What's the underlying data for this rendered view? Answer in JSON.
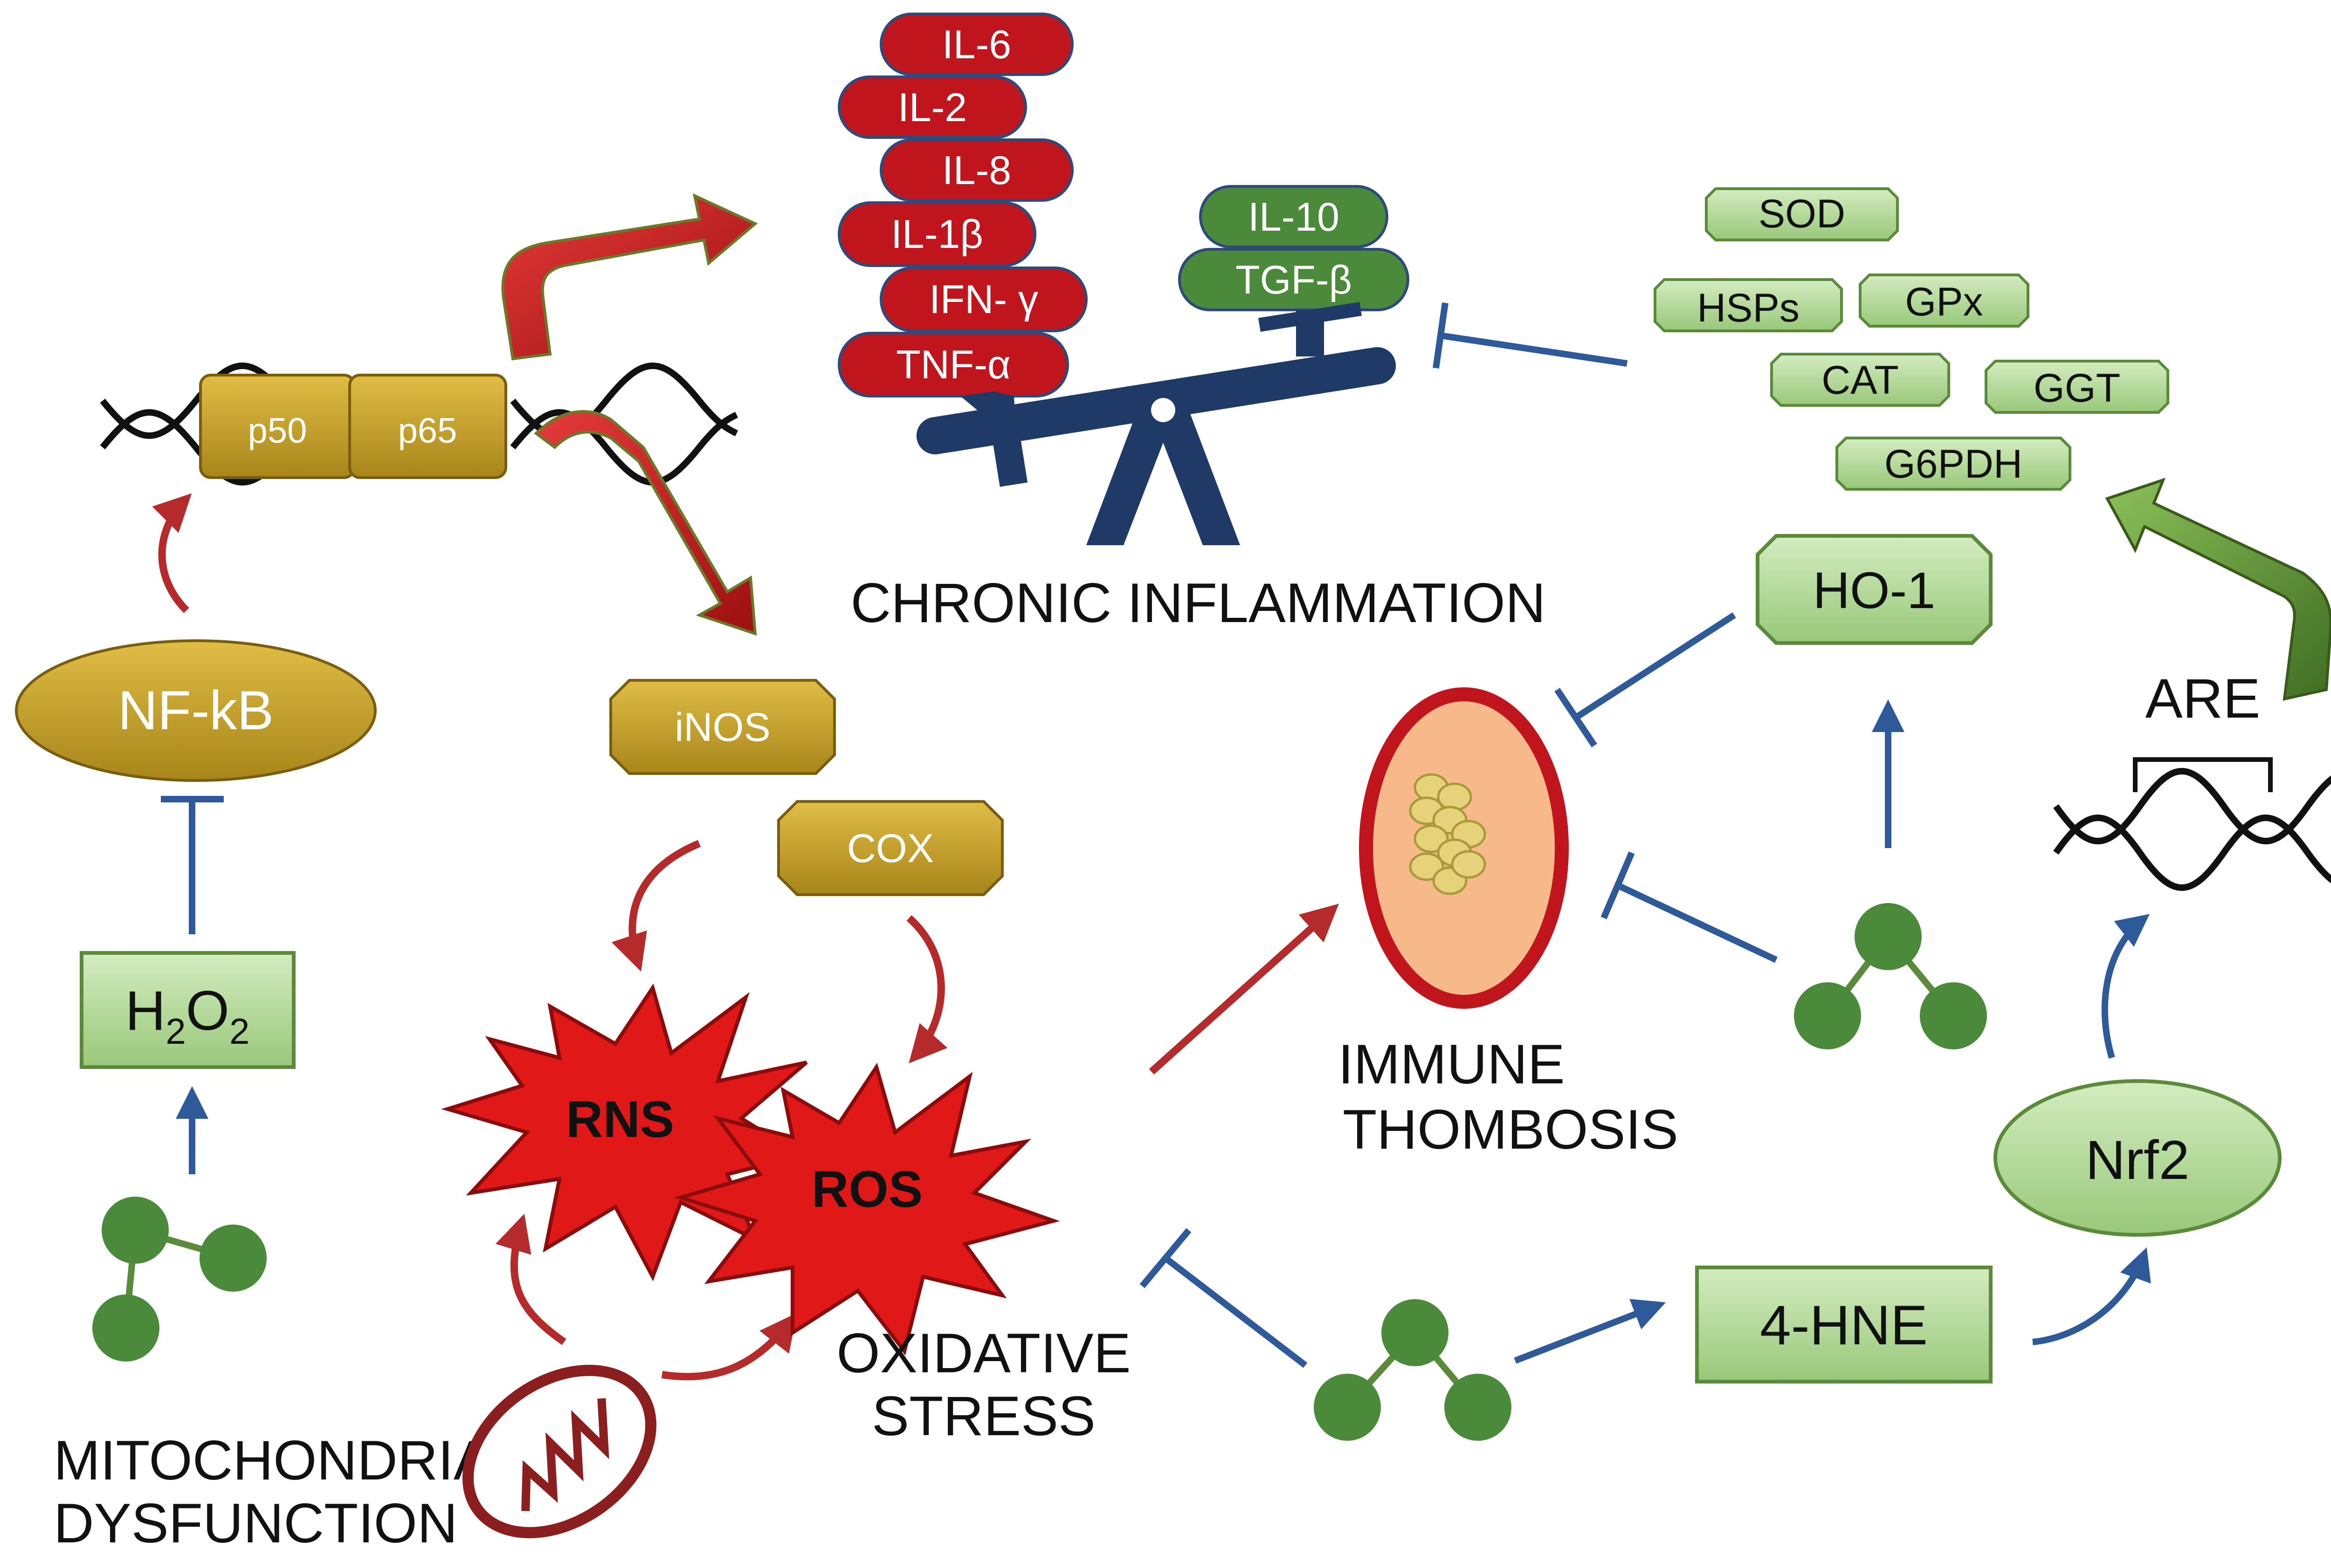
{
  "cytokines_proinflammatory": [
    "IL-6",
    "IL-2",
    "IL-8",
    "IL-1β",
    "IFN- γ",
    "TNF-α"
  ],
  "cytokines_antiinflammatory": [
    "IL-10",
    "TGF-β"
  ],
  "enzymes": [
    "SOD",
    "HSPs",
    "GPx",
    "CAT",
    "GGT",
    "G6PDH"
  ],
  "nfkb": {
    "label": "NF-kB",
    "subunits": [
      "p50",
      "p65"
    ]
  },
  "h2o2": {
    "label": "H",
    "sub1": "2",
    "mid": "O",
    "sub2": "2"
  },
  "inos": "iNOS",
  "cox": "COX",
  "rns": "RNS",
  "ros": "ROS",
  "ho1": "HO-1",
  "are": "ARE",
  "nrf2": "Nrf2",
  "hne": "4-HNE",
  "labels": {
    "chronic_inflammation": "CHRONIC INFLAMMATION",
    "immune_line1": "IMMUNE",
    "immune_line2": "THOMBOSIS",
    "oxidative_line1": "OXIDATIVE",
    "oxidative_line2": "STRESS",
    "mito_line1": "MITOCHONDRIA",
    "mito_line2": "DYSFUNCTION"
  },
  "colors": {
    "pro_inflammatory_red": "#c0151c",
    "anti_inflammatory_green": "#4a8a3a",
    "gold_box": "#c9a227",
    "light_green_box": "#b8dca0",
    "inhibition_blue": "#2e5a9a",
    "activation_red": "#b52a2a",
    "seesaw_navy": "#1f3a66",
    "molecule_green": "#4a8a3a"
  }
}
